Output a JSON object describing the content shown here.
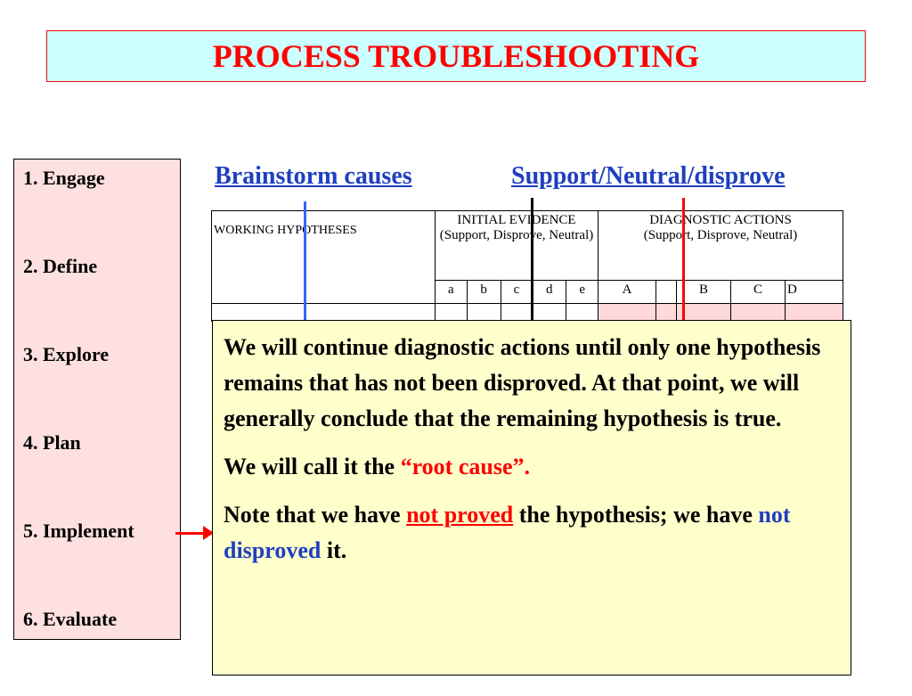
{
  "title": "PROCESS TROUBLESHOOTING",
  "steps": [
    "1. Engage",
    "2. Define",
    "3. Explore",
    "4. Plan",
    "5. Implement",
    "6. Evaluate"
  ],
  "headings": {
    "left": "Brainstorm causes",
    "right": "Support/Neutral/disprove"
  },
  "table": {
    "working_hypotheses": "WORKING HYPOTHESES",
    "initial_evidence": "INITIAL EVIDENCE",
    "initial_evidence_note": "(Support, Disprove, Neutral)",
    "diagnostic_actions": "DIAGNOSTIC ACTIONS",
    "diagnostic_actions_note": "(Support, Disprove, Neutral)",
    "evidence_cols": [
      "a",
      "b",
      "c",
      "d",
      "e"
    ],
    "action_cols": [
      "A",
      "",
      "B",
      "C",
      "D"
    ]
  },
  "note": {
    "p1": "We will continue diagnostic actions until only one hypothesis remains that has not been disproved.  At that point, we will generally conclude that the remaining hypothesis is true.",
    "p2_prefix": "We will call it the ",
    "p2_highlight": "“root cause”.",
    "p3_a": "Note that we have ",
    "p3_not_proved": "not proved",
    "p3_b": " the hypothesis; we have ",
    "p3_not_disproved": "not disproved",
    "p3_c": " it."
  },
  "colors": {
    "title_red": "#ff0000",
    "title_bg": "#ccffff",
    "heading_blue": "#1f3fc0",
    "steps_bg": "#ffe0e0",
    "note_bg": "#ffffcc"
  }
}
